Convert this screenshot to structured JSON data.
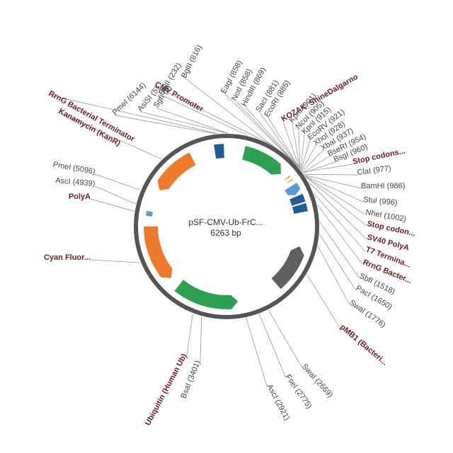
{
  "plasmid": {
    "name": "pSF-CMV-Ub-FrC...",
    "size_label": "6263 bp",
    "total_bp": 6263
  },
  "colors": {
    "backbone": "#555555",
    "kanamycin": "#f07a2c",
    "terminator": "#1f5c99",
    "promoter": "#2ea052",
    "polya": "#5a9bd5",
    "ori": "#5f5f5f",
    "small": "#c9c43a",
    "site_text": "#444444",
    "feature_text": "#6b1d1d"
  },
  "features": [
    {
      "id": "f-kan",
      "name": "Kanamycin (KanR)",
      "start": 5190,
      "end": 5800,
      "color": "#f07a2c",
      "direction": "ccw"
    },
    {
      "id": "f-term1",
      "name": "RrnG Bacterial Terminator",
      "start": 6110,
      "end": 6230,
      "color": "#1f5c99",
      "direction": "none"
    },
    {
      "id": "f-cmv",
      "name": "CMV Promoter",
      "start": 230,
      "end": 800,
      "color": "#2ea052",
      "direction": "cw"
    },
    {
      "id": "f-kozak",
      "name": "KOZAK_ShineDalgarno",
      "start": 888,
      "end": 905,
      "color": "#c9c43a",
      "direction": "none"
    },
    {
      "id": "f-stop1",
      "name": "Stop codons...",
      "start": 940,
      "end": 955,
      "color": "#c9c43a",
      "direction": "none"
    },
    {
      "id": "f-sv40",
      "name": "SV40 PolyA",
      "start": 1010,
      "end": 1140,
      "color": "#5a9bd5",
      "direction": "cw"
    },
    {
      "id": "f-t7",
      "name": "T7 Termina...",
      "start": 1160,
      "end": 1260,
      "color": "#1f5c99",
      "direction": "none"
    },
    {
      "id": "f-rrng2",
      "name": "RrnG Bacter...",
      "start": 1280,
      "end": 1380,
      "color": "#1f5c99",
      "direction": "none"
    },
    {
      "id": "f-pmb1",
      "name": "pMB1 (Bacteri...",
      "start": 1830,
      "end": 2420,
      "color": "#5f5f5f",
      "direction": "ccw"
    },
    {
      "id": "f-ub",
      "name": "Ubiquitin (Human Ub)",
      "start": 2980,
      "end": 3810,
      "color": "#2ea052",
      "direction": "ccw"
    },
    {
      "id": "f-cyan",
      "name": "Cyan Fluor...",
      "start": 3950,
      "end": 4700,
      "color": "#f07a2c",
      "direction": "ccw"
    },
    {
      "id": "f-polya",
      "name": "PolyA",
      "start": 4830,
      "end": 4890,
      "color": "#5a9bd5",
      "direction": "ccw"
    }
  ],
  "labels": [
    {
      "id": "l-bglII1",
      "text": "BglII (816)",
      "kind": "site",
      "bp": 816
    },
    {
      "id": "l-cmv",
      "text": "CMV Promoter",
      "kind": "feature",
      "bp": 520
    },
    {
      "id": "l-bglII2",
      "text": "BglII (232)",
      "kind": "site",
      "bp": 232
    },
    {
      "id": "l-sgfI",
      "text": "SgfI (5)",
      "kind": "site",
      "bp": 5
    },
    {
      "id": "l-asisi",
      "text": "AsiSI (5)",
      "kind": "site",
      "bp": 5
    },
    {
      "id": "l-pmei1",
      "text": "PmeI (6144)",
      "kind": "site",
      "bp": 6144
    },
    {
      "id": "l-rrng1",
      "text": "RrnG Bacterial Terminator",
      "kind": "feature",
      "bp": 6170
    },
    {
      "id": "l-kan",
      "text": "Kanamycin (KanR)",
      "kind": "feature",
      "bp": 5500
    },
    {
      "id": "l-eagI",
      "text": "EagI (858)",
      "kind": "site",
      "bp": 858
    },
    {
      "id": "l-notI",
      "text": "NotI (858)",
      "kind": "site",
      "bp": 858
    },
    {
      "id": "l-hindIII",
      "text": "HindIII (869)",
      "kind": "site",
      "bp": 869
    },
    {
      "id": "l-sacI",
      "text": "SacI (881)",
      "kind": "site",
      "bp": 881
    },
    {
      "id": "l-ecoRI",
      "text": "EcoRI (885)",
      "kind": "site",
      "bp": 885
    },
    {
      "id": "l-kozak",
      "text": "KOZAK_ShineDalgarno",
      "kind": "feature",
      "bp": 895
    },
    {
      "id": "l-kpnI1",
      "text": "KpnI (901)",
      "kind": "site",
      "bp": 901
    },
    {
      "id": "l-ncoI",
      "text": "NcoI (905)",
      "kind": "site",
      "bp": 905
    },
    {
      "id": "l-kpnI2",
      "text": "KpnI (915)",
      "kind": "site",
      "bp": 915
    },
    {
      "id": "l-ecoRV",
      "text": "EcoRV (921)",
      "kind": "site",
      "bp": 921
    },
    {
      "id": "l-xhoI",
      "text": "XhoI (928)",
      "kind": "site",
      "bp": 928
    },
    {
      "id": "l-xbaI",
      "text": "XbaI (937)",
      "kind": "site",
      "bp": 937
    },
    {
      "id": "l-bseRI",
      "text": "BseRI (954)",
      "kind": "site",
      "bp": 954
    },
    {
      "id": "l-bsgI",
      "text": "BsgI (960)",
      "kind": "site",
      "bp": 960
    },
    {
      "id": "l-stop1",
      "text": "Stop codons...",
      "kind": "feature",
      "bp": 947
    },
    {
      "id": "l-claI",
      "text": "ClaI (977)",
      "kind": "site",
      "bp": 977
    },
    {
      "id": "l-bamHI",
      "text": "BamHI (986)",
      "kind": "site",
      "bp": 986
    },
    {
      "id": "l-stuI",
      "text": "StuI (996)",
      "kind": "site",
      "bp": 996
    },
    {
      "id": "l-nheI",
      "text": "NheI (1002)",
      "kind": "site",
      "bp": 1002
    },
    {
      "id": "l-stop2",
      "text": "Stop codon...",
      "kind": "feature",
      "bp": 1005
    },
    {
      "id": "l-sv40",
      "text": "SV40 PolyA",
      "kind": "feature",
      "bp": 1075
    },
    {
      "id": "l-t7",
      "text": "T7 Termina...",
      "kind": "feature",
      "bp": 1210
    },
    {
      "id": "l-rrng2",
      "text": "RrnG Bacter...",
      "kind": "feature",
      "bp": 1330
    },
    {
      "id": "l-sbfI",
      "text": "SbfI (1518)",
      "kind": "site",
      "bp": 1518
    },
    {
      "id": "l-pacI",
      "text": "PacI (1650)",
      "kind": "site",
      "bp": 1650
    },
    {
      "id": "l-swaI1",
      "text": "SwaI (1776)",
      "kind": "site",
      "bp": 1776
    },
    {
      "id": "l-pmb1",
      "text": "pMB1 (Bacteri...",
      "kind": "feature",
      "bp": 2100
    },
    {
      "id": "l-swaI2",
      "text": "SwaI (2669)",
      "kind": "site",
      "bp": 2669
    },
    {
      "id": "l-fseI",
      "text": "FseI (2775)",
      "kind": "site",
      "bp": 2775
    },
    {
      "id": "l-ascI1",
      "text": "AscI (2921)",
      "kind": "site",
      "bp": 2921
    },
    {
      "id": "l-bsaI",
      "text": "BsaI (3401)",
      "kind": "site",
      "bp": 3401
    },
    {
      "id": "l-ub",
      "text": "Ubiquitin (Human Ub)",
      "kind": "feature",
      "bp": 3500
    },
    {
      "id": "l-cyan",
      "text": "Cyan Fluor...",
      "kind": "feature",
      "bp": 4300
    },
    {
      "id": "l-polya",
      "text": "PolyA",
      "kind": "feature",
      "bp": 4860
    },
    {
      "id": "l-ascI2",
      "text": "AscI (4939)",
      "kind": "site",
      "bp": 4939
    },
    {
      "id": "l-pmeI2",
      "text": "PmeI (5096)",
      "kind": "site",
      "bp": 5096
    }
  ]
}
